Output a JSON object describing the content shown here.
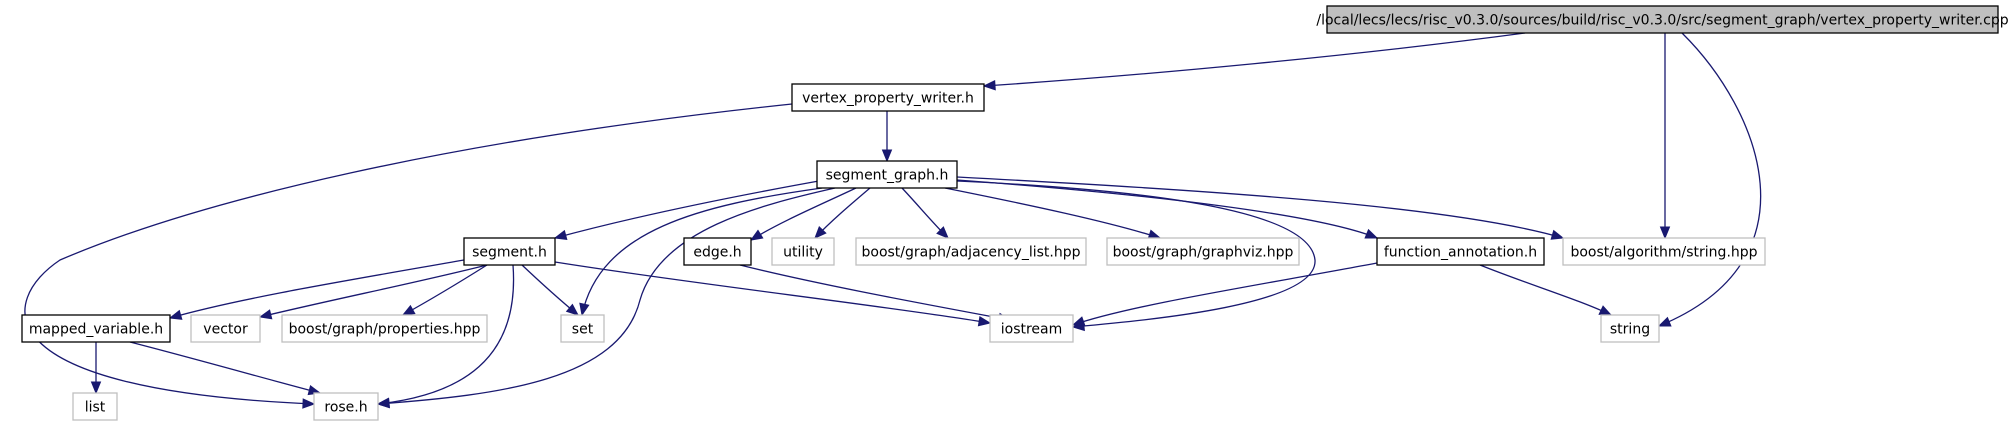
{
  "colors": {
    "edge": "#191970",
    "root_fill": "#bfbfbf",
    "documented_border": "#000000",
    "external_border": "#bfbfbf",
    "background": "#ffffff"
  },
  "nodes": [
    {
      "id": "root",
      "label": "/local/lecs/lecs/risc_v0.3.0/sources/build/risc_v0.3.0/src/segment_graph/vertex_property_writer.cpp",
      "kind": "root"
    },
    {
      "id": "vpw",
      "label": "vertex_property_writer.h",
      "kind": "documented"
    },
    {
      "id": "sg",
      "label": "segment_graph.h",
      "kind": "documented"
    },
    {
      "id": "seg",
      "label": "segment.h",
      "kind": "documented"
    },
    {
      "id": "edgeh",
      "label": "edge.h",
      "kind": "documented"
    },
    {
      "id": "utility",
      "label": "utility",
      "kind": "external"
    },
    {
      "id": "adj",
      "label": "boost/graph/adjacency_list.hpp",
      "kind": "external"
    },
    {
      "id": "gviz",
      "label": "boost/graph/graphviz.hpp",
      "kind": "external"
    },
    {
      "id": "fa",
      "label": "function_annotation.h",
      "kind": "documented"
    },
    {
      "id": "bstr",
      "label": "boost/algorithm/string.hpp",
      "kind": "external"
    },
    {
      "id": "mv",
      "label": "mapped_variable.h",
      "kind": "documented"
    },
    {
      "id": "vector",
      "label": "vector",
      "kind": "external"
    },
    {
      "id": "props",
      "label": "boost/graph/properties.hpp",
      "kind": "external"
    },
    {
      "id": "set",
      "label": "set",
      "kind": "external"
    },
    {
      "id": "iostream",
      "label": "iostream",
      "kind": "external"
    },
    {
      "id": "string",
      "label": "string",
      "kind": "external"
    },
    {
      "id": "list",
      "label": "list",
      "kind": "external"
    },
    {
      "id": "rose",
      "label": "rose.h",
      "kind": "external"
    }
  ],
  "edges": [
    {
      "from": "root",
      "to": "vpw"
    },
    {
      "from": "root",
      "to": "bstr"
    },
    {
      "from": "root",
      "to": "string"
    },
    {
      "from": "vpw",
      "to": "sg"
    },
    {
      "from": "vpw",
      "to": "rose"
    },
    {
      "from": "sg",
      "to": "seg"
    },
    {
      "from": "sg",
      "to": "set"
    },
    {
      "from": "sg",
      "to": "rose"
    },
    {
      "from": "sg",
      "to": "edgeh"
    },
    {
      "from": "sg",
      "to": "utility"
    },
    {
      "from": "sg",
      "to": "adj"
    },
    {
      "from": "sg",
      "to": "gviz"
    },
    {
      "from": "sg",
      "to": "fa"
    },
    {
      "from": "sg",
      "to": "bstr"
    },
    {
      "from": "sg",
      "to": "iostream"
    },
    {
      "from": "seg",
      "to": "mv"
    },
    {
      "from": "seg",
      "to": "vector"
    },
    {
      "from": "seg",
      "to": "props"
    },
    {
      "from": "seg",
      "to": "set"
    },
    {
      "from": "seg",
      "to": "rose"
    },
    {
      "from": "seg",
      "to": "iostream"
    },
    {
      "from": "edgeh",
      "to": "iostream"
    },
    {
      "from": "fa",
      "to": "iostream"
    },
    {
      "from": "fa",
      "to": "string"
    },
    {
      "from": "mv",
      "to": "list"
    },
    {
      "from": "mv",
      "to": "rose"
    }
  ]
}
